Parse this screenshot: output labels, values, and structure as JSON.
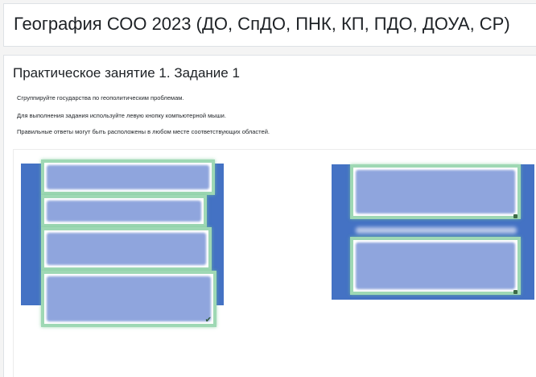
{
  "course": {
    "title": "География СОО 2023 (ДО, СпДО, ПНК, КП, ПДО, ДОУА, СР)"
  },
  "activity": {
    "title": "Практическое занятие 1. Задание 1",
    "instructions": [
      "Сгруппируйте государства по геополитическим проблемам.",
      "Для выполнения задания используйте левую кнопку компьютерной мыши.",
      "Правильные ответы могут быть расположены в любом месте соответствующих областей."
    ]
  },
  "task": {
    "colors": {
      "zone": "#4472c4",
      "card": "#8fa5dd",
      "correct_border": "#9ed8b4"
    },
    "left_zone": {
      "cards": [
        {
          "label": "",
          "status": "correct"
        },
        {
          "label": "",
          "status": "correct"
        },
        {
          "label": "",
          "status": "correct"
        },
        {
          "label": "",
          "status": "correct"
        }
      ]
    },
    "right_zone": {
      "label": "",
      "cards": [
        {
          "label": "",
          "status": "correct"
        },
        {
          "label": "",
          "status": "correct"
        }
      ]
    },
    "check_icon": "check-icon"
  }
}
